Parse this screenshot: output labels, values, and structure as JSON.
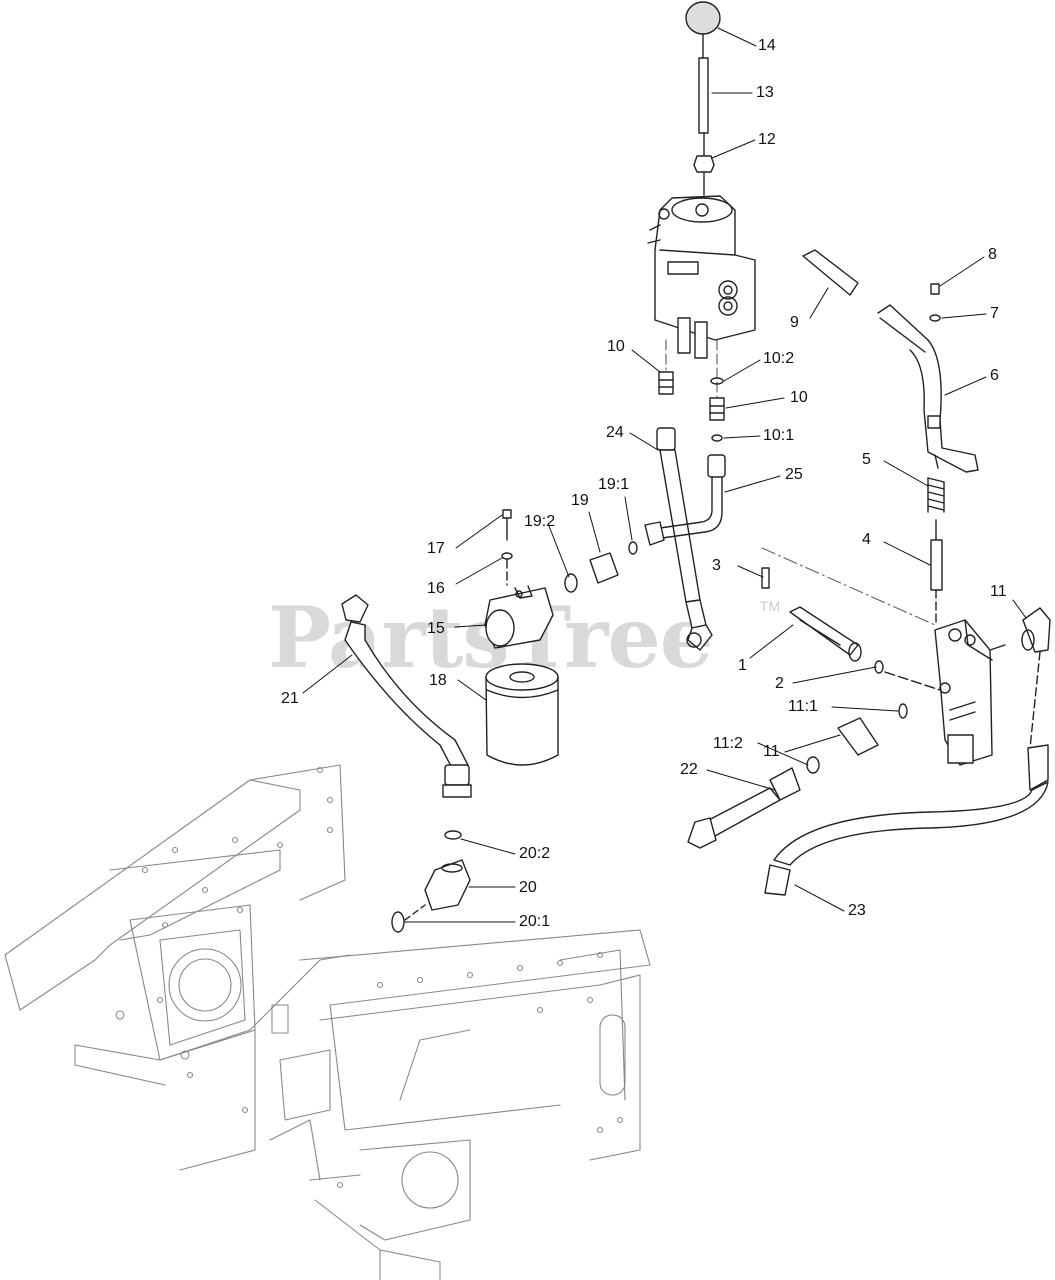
{
  "watermark": {
    "text": "PartsTree",
    "trademark": "TM"
  },
  "callouts": [
    {
      "label": "14"
    },
    {
      "label": "13"
    },
    {
      "label": "12"
    },
    {
      "label": "8"
    },
    {
      "label": "7"
    },
    {
      "label": "9"
    },
    {
      "label": "6"
    },
    {
      "label": "10"
    },
    {
      "label": "10:2"
    },
    {
      "label": "10"
    },
    {
      "label": "10:1"
    },
    {
      "label": "24"
    },
    {
      "label": "25"
    },
    {
      "label": "5"
    },
    {
      "label": "19:1"
    },
    {
      "label": "19"
    },
    {
      "label": "19:2"
    },
    {
      "label": "17"
    },
    {
      "label": "4"
    },
    {
      "label": "3"
    },
    {
      "label": "16"
    },
    {
      "label": "11"
    },
    {
      "label": "15"
    },
    {
      "label": "18"
    },
    {
      "label": "1"
    },
    {
      "label": "2"
    },
    {
      "label": "21"
    },
    {
      "label": "11:1"
    },
    {
      "label": "11"
    },
    {
      "label": "11:2"
    },
    {
      "label": "22"
    },
    {
      "label": "20:2"
    },
    {
      "label": "20"
    },
    {
      "label": "20:1"
    },
    {
      "label": "23"
    }
  ]
}
